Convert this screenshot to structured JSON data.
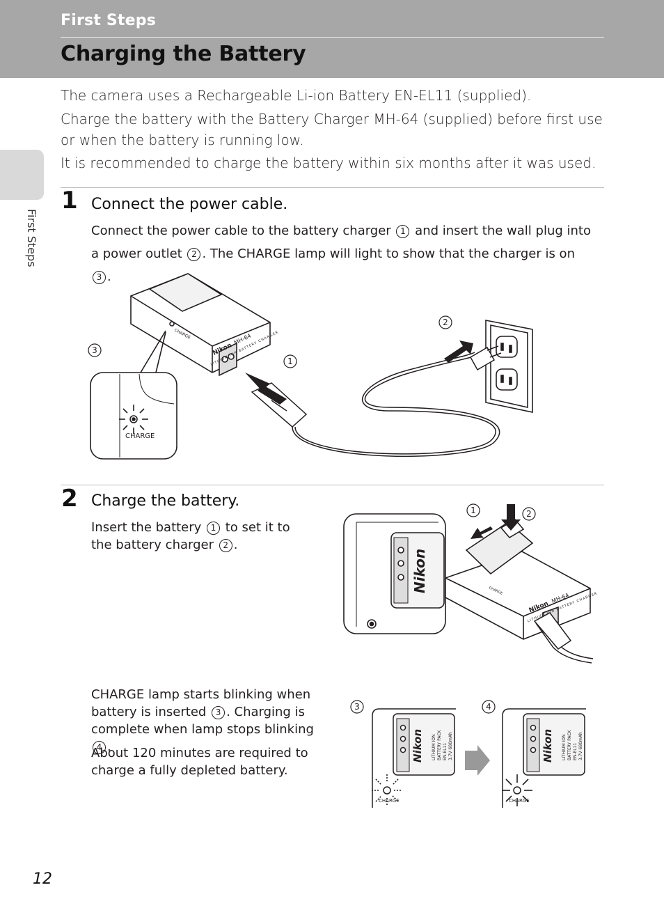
{
  "header": {
    "section": "First Steps",
    "title": "Charging the Battery"
  },
  "side_tab": {
    "label": "First Steps"
  },
  "intro": [
    "The camera uses a Rechargeable Li-ion Battery EN-EL11 (supplied).",
    "Charge the battery with the Battery Charger MH-64 (supplied) before first use or when the battery is running low.",
    "It is recommended to charge the battery within six months after it was used."
  ],
  "step1": {
    "number": "1",
    "title": "Connect the power cable.",
    "body": {
      "a": "Connect the power cable to the battery charger ",
      "c1": "1",
      "b": " and insert the wall plug into a power outlet ",
      "c2": "2",
      "c": ". The CHARGE lamp will light to show that the charger is on ",
      "c3": "3",
      "d": "."
    },
    "figure": {
      "callout_1": "1",
      "callout_2": "2",
      "callout_3": "3",
      "lamp_label": "CHARGE",
      "charger_brand": "Nikon",
      "charger_model": "MH-64",
      "charger_caption": "LITHIUM ION BATTERY CHARGER",
      "charger_lamp_label": "CHARGE"
    }
  },
  "step2": {
    "number": "2",
    "title": "Charge the battery.",
    "body1": {
      "a": "Insert the battery ",
      "c1": "1",
      "b": " to set it to the battery charger ",
      "c2": "2",
      "c": "."
    },
    "body2": {
      "a": "CHARGE lamp starts blinking when battery is inserted ",
      "c3": "3",
      "b": ". Charging is complete when lamp stops blinking ",
      "c4": "4",
      "c": "."
    },
    "body3": "About 120 minutes are required to charge a fully depleted battery.",
    "figure_top": {
      "callout_1": "1",
      "callout_2": "2",
      "battery_brand": "Nikon",
      "charger_brand": "Nikon",
      "charger_model": "MH-64",
      "charger_caption": "LITHIUM ION BATTERY CHARGER",
      "charger_lamp_label": "CHARGE"
    },
    "figure_bottom": {
      "callout_3": "3",
      "callout_4": "4",
      "battery_brand": "Nikon",
      "battery_text": [
        "LITHIUM ION",
        "BATTERY PACK",
        "EN-EL11",
        "3.7V 680mAh"
      ],
      "lamp_label": "CHARGE"
    }
  },
  "page_number": "12"
}
